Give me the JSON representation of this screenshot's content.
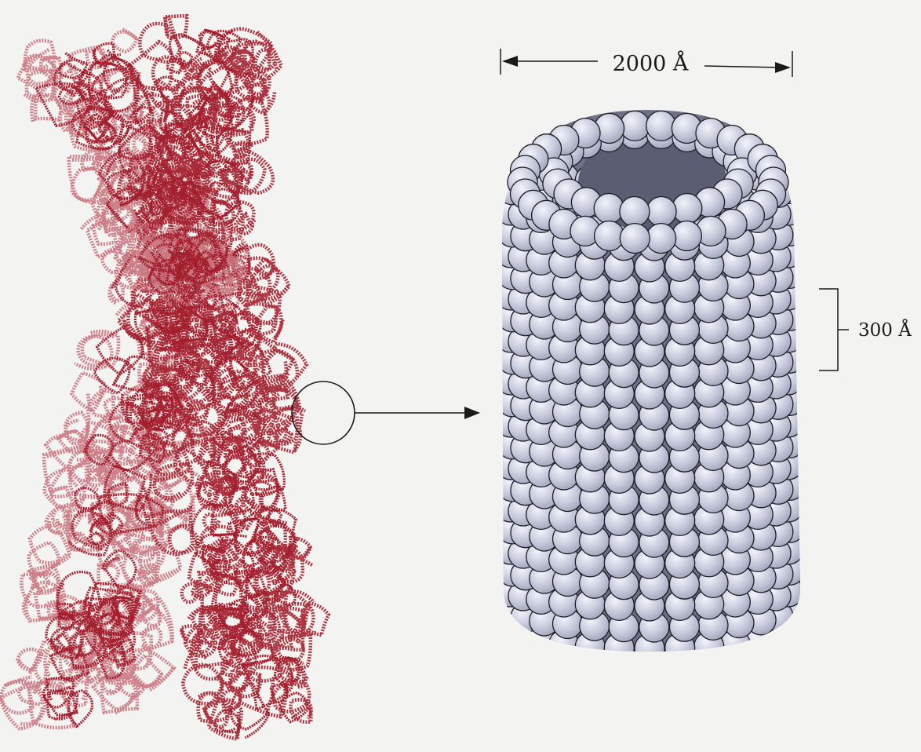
{
  "labels": {
    "width": "2000 Å",
    "turn_height": "300 Å"
  },
  "colors": {
    "background": "#f3f3f1",
    "chromatin": "#a31f2e",
    "chromatin_light": "#c9737d",
    "bead_fill": "#c7cadc",
    "bead_highlight": "#f2f3fa",
    "bead_outline": "#1c1c22",
    "line": "#1a1a1a"
  },
  "icons": {
    "left_figure": "chromosome-illustration",
    "right_figure": "solenoid-fiber-illustration",
    "pointer": "arrow-right"
  }
}
